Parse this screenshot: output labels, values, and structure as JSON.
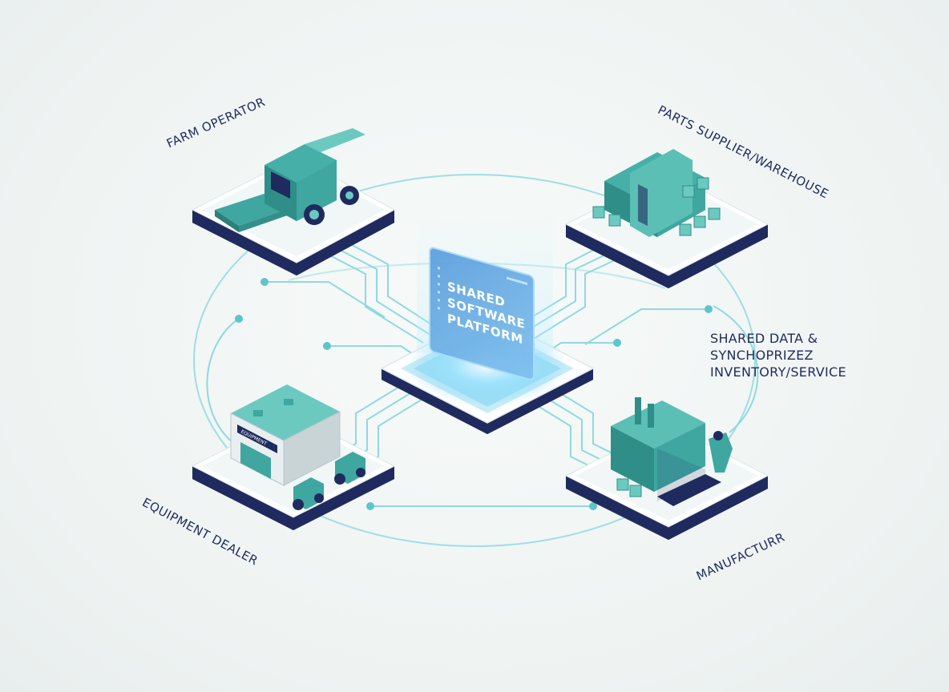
{
  "diagram": {
    "nodes": {
      "farm_operator": "FARM OPERATOR",
      "parts_supplier": "PARTS SUPPLIER/WAREHOUSE",
      "equipment_dealer": "EQUIPMENT DEALER",
      "manufacturer": "MANUFACTURR"
    },
    "center": {
      "line1": "SHARED",
      "line2": "SOFTWARE",
      "line3": "PLATFORM"
    },
    "annotation": {
      "line1": "SHARED DATA &",
      "line2": "SYNCHOPRIZEZ",
      "line3": "INVENTORY/SERVICE"
    },
    "dealer_sign": "EQUIPMENT"
  },
  "colors": {
    "navy": "#1f2b5e",
    "teal": "#3fa6a0",
    "teal_light": "#6cc9c0",
    "line": "#8fd9e0",
    "platform_glow": "#8ed8f5"
  }
}
